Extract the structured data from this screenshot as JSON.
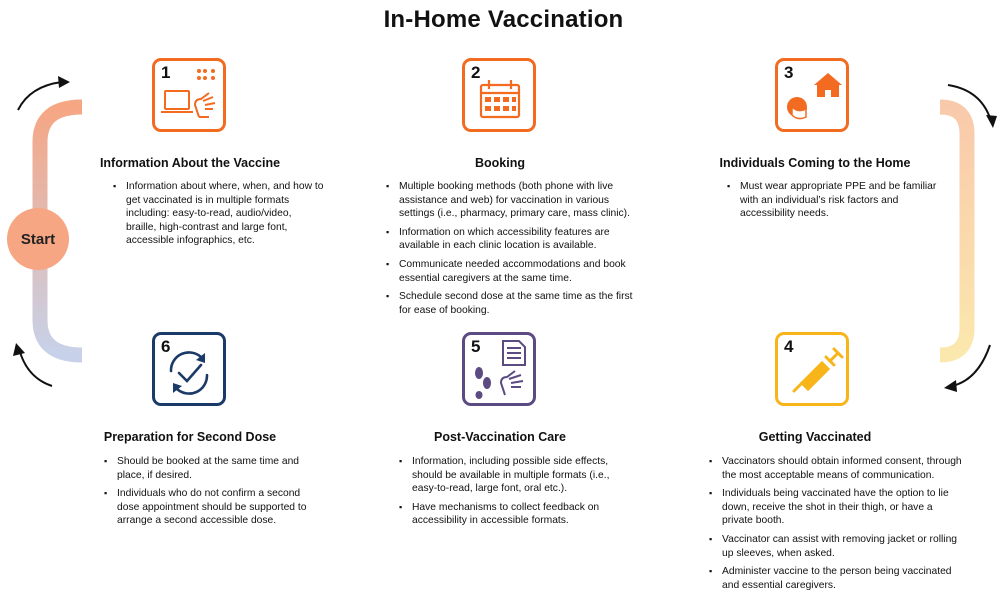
{
  "title": "In-Home Vaccination",
  "start_label": "Start",
  "colors": {
    "step1": "#f26b21",
    "step2": "#f26b21",
    "step3": "#f26b21",
    "step4": "#f7b51a",
    "step5": "#5c4a82",
    "step6": "#1c3a68",
    "loop_top": "#f8c3a6",
    "loop_bottom_left": "#c8d4ea",
    "loop_right": "#fbe6a7"
  },
  "steps": [
    {
      "number": "1",
      "icon": "laptop-braille-sign-language-icon",
      "heading": "Information About the Vaccine",
      "bullets": [
        "Information about where, when, and how to get vaccinated is in multiple formats including: easy-to-read, audio/video, braille, high-contrast and large font, accessible infographics, etc."
      ]
    },
    {
      "number": "2",
      "icon": "calendar-icon",
      "heading": "Booking",
      "bullets": [
        "Multiple booking methods (both phone with live assistance and web) for vaccination in various settings (i.e., pharmacy, primary care, mass clinic).",
        "Information on which accessibility features are available in each clinic location is available.",
        "Communicate needed accommodations and book essential caregivers at the same time.",
        "Schedule second dose at the same time as the first for ease of booking."
      ]
    },
    {
      "number": "3",
      "icon": "masked-person-home-icon",
      "heading": "Individuals Coming to the Home",
      "bullets": [
        "Must wear appropriate PPE and be familiar with an individual’s risk factors and accessibility needs."
      ]
    },
    {
      "number": "4",
      "icon": "syringe-icon",
      "heading": "Getting Vaccinated",
      "bullets": [
        "Vaccinators should obtain informed consent, through the most acceptable means of communication.",
        "Individuals being vaccinated have the option to lie down, receive the shot in their thigh, or have a private booth.",
        "Vaccinator can assist with removing jacket or rolling up sleeves, when asked.",
        "Administer vaccine to the person being vaccinated and essential caregivers."
      ]
    },
    {
      "number": "5",
      "icon": "document-footprints-sign-language-icon",
      "heading": "Post-Vaccination Care",
      "bullets": [
        "Information, including possible side effects, should be available in multiple formats (i.e., easy-to-read, large font, oral etc.).",
        "Have mechanisms to collect feedback on accessibility in accessible formats."
      ]
    },
    {
      "number": "6",
      "icon": "refresh-check-icon",
      "heading": "Preparation for Second Dose",
      "bullets": [
        "Should be booked at the same time and place, if desired.",
        "Individuals who do not confirm a second dose appointment should be supported to arrange a second accessible dose."
      ]
    }
  ]
}
